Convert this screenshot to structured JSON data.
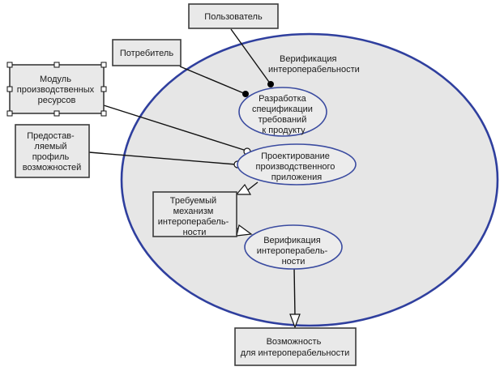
{
  "diagram": {
    "scope_label": [
      "Верификация",
      "интероперабельности"
    ],
    "boxes": {
      "user": [
        "Пользователь"
      ],
      "consumer": [
        "Потребитель"
      ],
      "module": [
        "Модуль",
        "производственных",
        "ресурсов"
      ],
      "profile": [
        "Предостав-",
        "ляемый",
        "профиль",
        "возможностей"
      ],
      "mechanism": [
        "Требуемый",
        "механизм",
        "интероперабель-",
        "ности"
      ],
      "capability": [
        "Возможность",
        "для интероперабельности"
      ]
    },
    "usecases": {
      "spec": [
        "Разработка",
        "спецификации",
        "требований",
        "к продукту"
      ],
      "design": [
        "Проектирование",
        "производственного",
        "приложения"
      ],
      "verify": [
        "Верификация",
        "интероперабель-",
        "ности"
      ]
    }
  }
}
